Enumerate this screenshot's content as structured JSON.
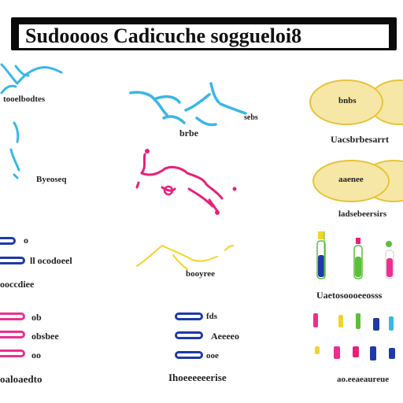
{
  "title": "Sudoooos Cadicuche soggueloi8",
  "labels": {
    "top_left": "tooelbodtes",
    "left_mid": "Byeoseq",
    "center_top": "brbe",
    "center_top_small": "sebs",
    "center_mid": "booyree",
    "ellipse_1": "bnbs",
    "ellipse_2": "aaenee",
    "right_caption_1": "Uacsbrbesarrt",
    "right_caption_2": "ladsebeersirs",
    "left_row1": "o",
    "left_row2": "ll ocodoeel",
    "left_row3": "ooccdiee",
    "left_row4": "ob",
    "left_row5": "obsbee",
    "left_row6": "oo",
    "left_bottom": "oaloaedto",
    "center_row1": "fds",
    "center_row2": "Aeeeeo",
    "center_row3": "ooe",
    "center_bottom": "Ihoeeeeeerise",
    "right_mid_caption": "Uaetosoooeeosss",
    "right_bottom_caption": "ao.eeaeaureue"
  },
  "colors": {
    "cyan": "#3ab7e6",
    "magenta": "#e8207a",
    "yellow": "#f2d427",
    "navy": "#1e3aa8",
    "pink": "#ec2f8f",
    "green": "#5cbf3a",
    "gold_fill": "#f6e7a6",
    "gold_edge": "#e8c33a"
  }
}
